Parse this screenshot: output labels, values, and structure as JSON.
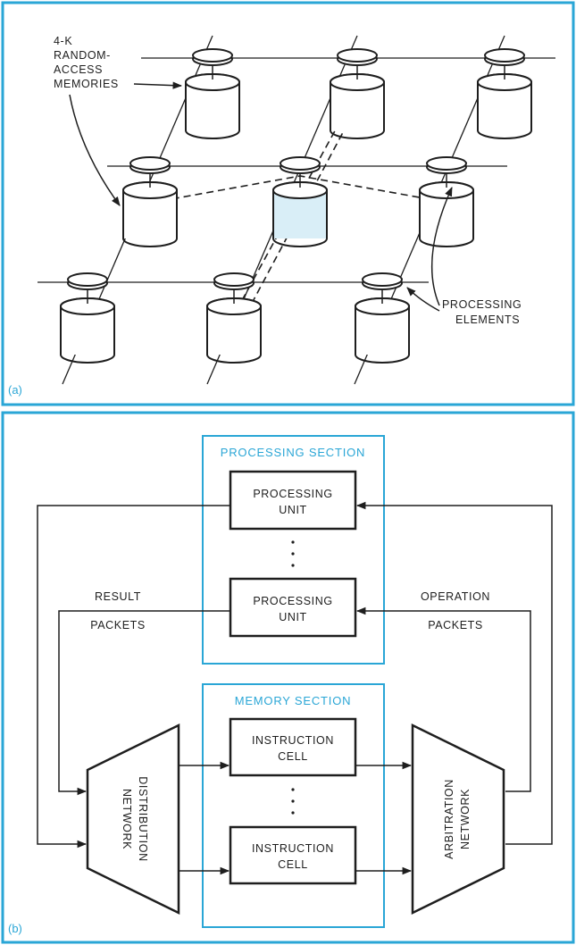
{
  "panel_a": {
    "tag": "(a)",
    "memories_label": [
      "4-K",
      "RANDOM-",
      "ACCESS",
      "MEMORIES"
    ],
    "processors_label": [
      "PROCESSING",
      "ELEMENTS"
    ]
  },
  "panel_b": {
    "tag": "(b)",
    "processing_section": {
      "title": "PROCESSING SECTION",
      "unit_top": [
        "PROCESSING",
        "UNIT"
      ],
      "unit_bottom": [
        "PROCESSING",
        "UNIT"
      ]
    },
    "memory_section": {
      "title": "MEMORY SECTION",
      "cell_top": [
        "INSTRUCTION",
        "CELL"
      ],
      "cell_bottom": [
        "INSTRUCTION",
        "CELL"
      ]
    },
    "result_packets": [
      "RESULT",
      "PACKETS"
    ],
    "operation_packets": [
      "OPERATION",
      "PACKETS"
    ],
    "distribution_network": [
      "DISTRIBUTION",
      "NETWORK"
    ],
    "arbitration_network": [
      "ARBITRATION",
      "NETWORK"
    ]
  },
  "colors": {
    "frame_blue": "#2aa6d6",
    "line_dark": "#1e1e1e",
    "highlight_fill": "#d9eef7"
  }
}
